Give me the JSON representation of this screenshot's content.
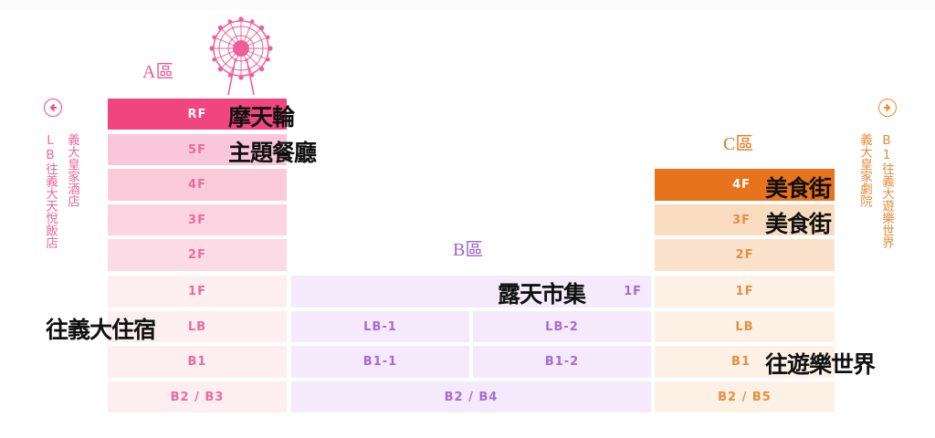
{
  "zones": {
    "a": "A區",
    "b": "B區",
    "c": "C區"
  },
  "left_links": {
    "col1": "LB往義大天悅飯店",
    "col2": "義大皇家酒店"
  },
  "right_links": {
    "col1": "義大皇家劇院",
    "col2": "B1往義大遊樂世界"
  },
  "icons": {
    "left_arrow": "arrow-left-icon",
    "right_arrow": "arrow-right-icon",
    "ferris_wheel": "ferris-wheel-icon"
  },
  "colors": {
    "a_rf": "#f0457f",
    "a_5f": "#fac6d9",
    "a_4f": "#fbcbdc",
    "a_3f": "#fbd3e1",
    "a_2f": "#fcdbe6",
    "a_low": "#fdeef2",
    "b": "#f4eafb",
    "b_text": "#a76bd4",
    "c_4f": "#e8731d",
    "c_3f": "#f9dcc0",
    "c_mid": "#fae2cc",
    "c_low": "#fdf1e6",
    "c_text": "#ea8c3c",
    "a_text": "#ec6a9c"
  },
  "floors": {
    "a": {
      "rf": "RF",
      "f5": "5F",
      "f4": "4F",
      "f3": "3F",
      "f2": "2F",
      "f1": "1F",
      "lb": "LB",
      "b1": "B1",
      "b2": "B2 / B3"
    },
    "b": {
      "f1": "1F",
      "lb1": "LB-1",
      "lb2": "LB-2",
      "b11": "B1-1",
      "b12": "B1-2",
      "b2": "B2 / B4"
    },
    "c": {
      "f4": "4F",
      "f3": "3F",
      "f2": "2F",
      "f1": "1F",
      "lb": "LB",
      "b1": "B1",
      "b2": "B2 / B5"
    }
  },
  "callouts": {
    "rf": "摩天輪",
    "f5": "主題餐廳",
    "c4": "美食街",
    "c3": "美食街",
    "b1f": "露天市集",
    "lb": "往義大住宿",
    "b1": "往遊樂世界"
  }
}
